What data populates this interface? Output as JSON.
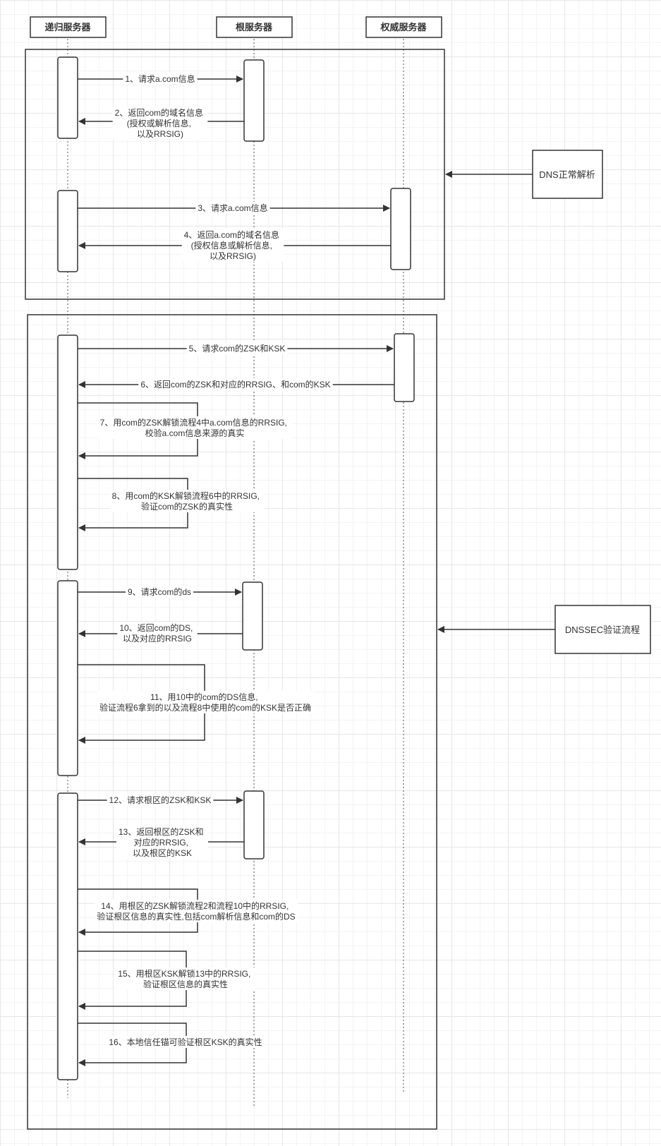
{
  "participants": [
    {
      "id": "recursive",
      "label": "递归服务器"
    },
    {
      "id": "root",
      "label": "根服务器"
    },
    {
      "id": "authoritative",
      "label": "权威服务器"
    }
  ],
  "groups": [
    {
      "id": "dns-normal-resolution",
      "note": "DNS正常解析"
    },
    {
      "id": "dnssec-verification",
      "note": "DNSSEC验证流程"
    }
  ],
  "messages": [
    {
      "step": 1,
      "from": "recursive",
      "to": "root",
      "lines": [
        "1、请求a.com信息"
      ]
    },
    {
      "step": 2,
      "from": "root",
      "to": "recursive",
      "lines": [
        "2、返回com的域名信息",
        "(授权或解析信息,",
        "以及RRSIG)"
      ]
    },
    {
      "step": 3,
      "from": "recursive",
      "to": "authoritative",
      "lines": [
        "3、请求a.com信息"
      ]
    },
    {
      "step": 4,
      "from": "authoritative",
      "to": "recursive",
      "lines": [
        "4、返回a.com的域名信息",
        "(授权信息或解析信息,",
        "以及RRSIG)"
      ]
    },
    {
      "step": 5,
      "from": "recursive",
      "to": "authoritative",
      "lines": [
        "5、请求com的ZSK和KSK"
      ]
    },
    {
      "step": 6,
      "from": "authoritative",
      "to": "recursive",
      "lines": [
        "6、返回com的ZSK和对应的RRSIG、和com的KSK"
      ]
    },
    {
      "step": 7,
      "from": "recursive",
      "to": "recursive",
      "lines": [
        "7、用com的ZSK解锁流程4中a.com信息的RRSIG,",
        "校验a.com信息来源的真实"
      ]
    },
    {
      "step": 8,
      "from": "recursive",
      "to": "recursive",
      "lines": [
        "8、用com的KSK解锁流程6中的RRSIG,",
        "验证com的ZSK的真实性"
      ]
    },
    {
      "step": 9,
      "from": "recursive",
      "to": "root",
      "lines": [
        "9、请求com的ds"
      ]
    },
    {
      "step": 10,
      "from": "root",
      "to": "recursive",
      "lines": [
        "10、返回com的DS,",
        "以及对应的RRSIG"
      ]
    },
    {
      "step": 11,
      "from": "recursive",
      "to": "recursive",
      "lines": [
        "11、用10中的com的DS信息,",
        "验证流程6拿到的以及流程8中使用的com的KSK是否正确"
      ]
    },
    {
      "step": 12,
      "from": "recursive",
      "to": "root",
      "lines": [
        "12、请求根区的ZSK和KSK"
      ]
    },
    {
      "step": 13,
      "from": "root",
      "to": "recursive",
      "lines": [
        "13、返回根区的ZSK和",
        "对应的RRSIG,",
        "以及根区的KSK"
      ]
    },
    {
      "step": 14,
      "from": "recursive",
      "to": "recursive",
      "lines": [
        "14、用根区的ZSK解锁流程2和流程10中的RRSIG,",
        "验证根区信息的真实性,包括com解析信息和com的DS"
      ]
    },
    {
      "step": 15,
      "from": "recursive",
      "to": "recursive",
      "lines": [
        "15、用根区KSK解锁13中的RRSIG,",
        "验证根区信息的真实性"
      ]
    },
    {
      "step": 16,
      "from": "recursive",
      "to": "recursive",
      "lines": [
        "16、本地信任锚可验证根区KSK的真实性"
      ]
    }
  ]
}
